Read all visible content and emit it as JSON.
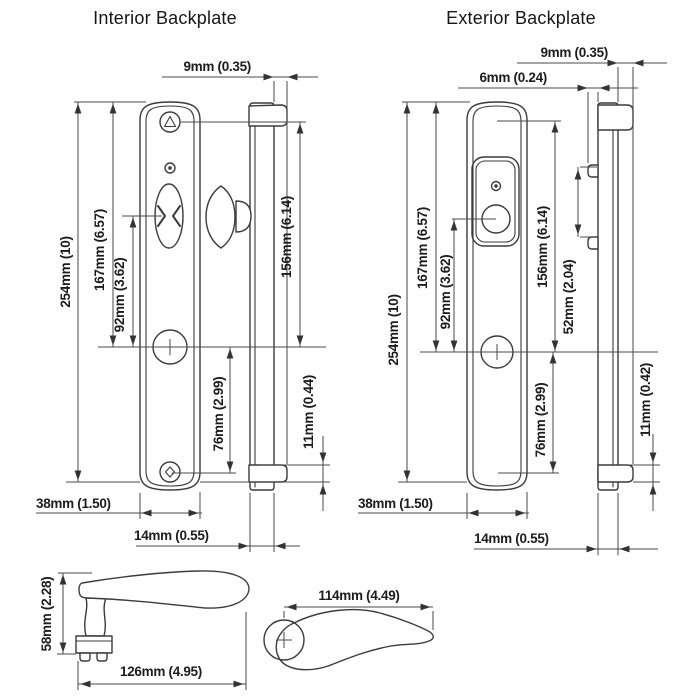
{
  "interior": {
    "title": "Interior Backplate",
    "dims": {
      "tab_width": "9mm (0.35)",
      "overall_height": "254mm (10)",
      "top_to_spindle": "167mm (6.57)",
      "thumbturn_to_spindle": "92mm (3.62)",
      "screw_to_spindle": "156mm (6.14)",
      "tab_height": "11mm (0.44)",
      "spindle_to_screw": "76mm (2.99)",
      "plate_width": "38mm (1.50)",
      "plate_depth": "14mm (0.55)"
    }
  },
  "exterior": {
    "title": "Exterior Backplate",
    "dims": {
      "tab_width": "9mm (0.35)",
      "post_offset": "6mm (0.24)",
      "overall_height": "254mm (10)",
      "top_to_spindle": "167mm (6.57)",
      "cylinder_to_spindle": "92mm (3.62)",
      "screw_to_spindle": "156mm (6.14)",
      "post_spacing": "52mm (2.04)",
      "tab_height": "11mm (0.42)",
      "spindle_to_screw": "76mm (2.99)",
      "plate_width": "38mm (1.50)",
      "plate_depth": "14mm (0.55)"
    }
  },
  "levers": {
    "side_view": {
      "height": "58mm (2.28)",
      "length": "126mm (4.95)"
    },
    "top_view": {
      "length": "114mm (4.49)"
    }
  },
  "colors": {
    "line": "#3b3b3b",
    "dim_line": "#4a4a4a",
    "text": "#1c1c1c",
    "background": "#ffffff"
  }
}
